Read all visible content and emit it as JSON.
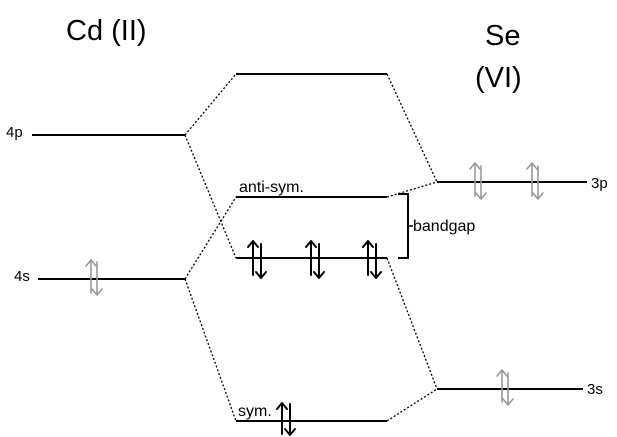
{
  "headings": {
    "cd": "Cd (II)",
    "se_line1": "Se",
    "se_line2": "(VI)"
  },
  "atomic_orbitals": {
    "cd_4p": "4p",
    "cd_4s": "4s",
    "se_3p": "3p",
    "se_3s": "3s"
  },
  "molecular_orbitals": {
    "anti_sym": "anti-sym.",
    "sym": "sym.",
    "bandgap": "bandgap"
  },
  "colors": {
    "line": "#000000",
    "unpaired_electron": "#999999",
    "paired_electron": "#000000"
  }
}
